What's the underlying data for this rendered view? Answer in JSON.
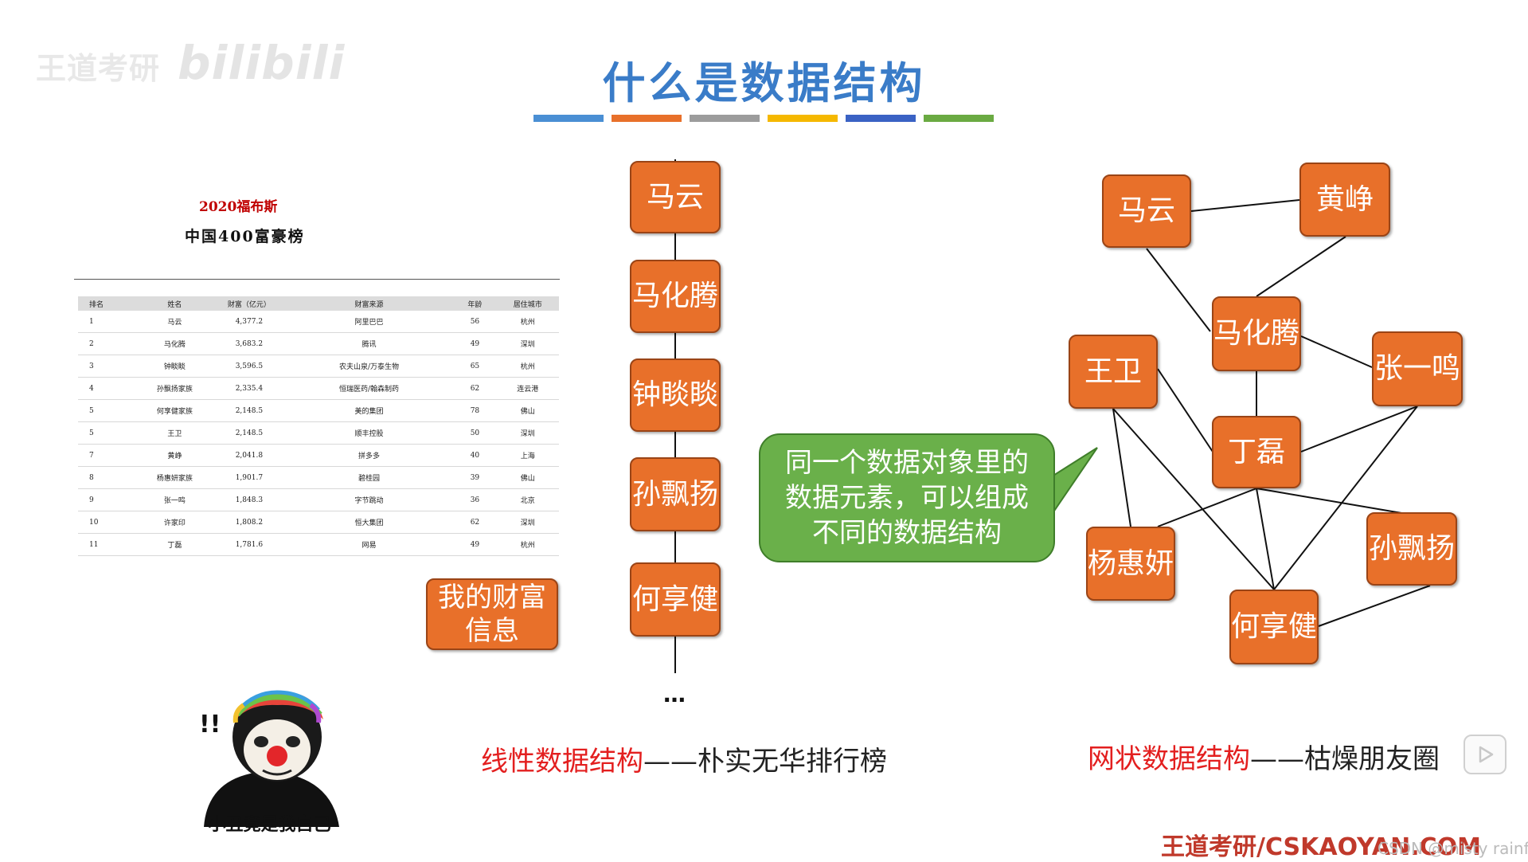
{
  "watermark": {
    "brand": "王道考研",
    "site": "bilibili"
  },
  "title": "什么是数据结构",
  "color_bar": [
    "#4a8fd4",
    "#e8702a",
    "#9c9c9c",
    "#f5b800",
    "#3a62c4",
    "#6aaa42"
  ],
  "ranking": {
    "supertitle": "2020福布斯",
    "title": "中国400富豪榜",
    "headers": [
      "排名",
      "姓名",
      "财富（亿元）",
      "财富来源",
      "年龄",
      "居住城市"
    ],
    "rows": [
      [
        "1",
        "马云",
        "4,377.2",
        "阿里巴巴",
        "56",
        "杭州"
      ],
      [
        "2",
        "马化腾",
        "3,683.2",
        "腾讯",
        "49",
        "深圳"
      ],
      [
        "3",
        "钟睒睒",
        "3,596.5",
        "农夫山泉/万泰生物",
        "65",
        "杭州"
      ],
      [
        "4",
        "孙飘扬家族",
        "2,335.4",
        "恒瑞医药/翰森制药",
        "62",
        "连云港"
      ],
      [
        "5",
        "何享健家族",
        "2,148.5",
        "美的集团",
        "78",
        "佛山"
      ],
      [
        "5",
        "王卫",
        "2,148.5",
        "顺丰控股",
        "50",
        "深圳"
      ],
      [
        "7",
        "黄峥",
        "2,041.8",
        "拼多多",
        "40",
        "上海"
      ],
      [
        "8",
        "杨惠妍家族",
        "1,901.7",
        "碧桂园",
        "39",
        "佛山"
      ],
      [
        "9",
        "张一鸣",
        "1,848.3",
        "字节跳动",
        "36",
        "北京"
      ],
      [
        "10",
        "许家印",
        "1,808.2",
        "恒大集团",
        "62",
        "深圳"
      ],
      [
        "11",
        "丁磊",
        "1,781.6",
        "网易",
        "49",
        "杭州"
      ]
    ]
  },
  "wealth_box": "我的财富信息",
  "linear_nodes": [
    "马云",
    "马化腾",
    "钟睒睒",
    "孙飘扬",
    "何享健"
  ],
  "linear_ellipsis": "…",
  "callout": "同一个数据对象里的数据元素，可以组成不同的数据结构",
  "network_nodes": {
    "mayun": "马云",
    "huangzheng": "黄峥",
    "mahuateng": "马化腾",
    "wangwei": "王卫",
    "zhangyiming": "张一鸣",
    "dinglei": "丁磊",
    "yanghuiyan": "杨惠妍",
    "sunpiaoyang": "孙飘扬",
    "hexiangjian": "何享健"
  },
  "caption_linear": {
    "red": "线性数据结构",
    "dark": "——朴实无华排行榜"
  },
  "caption_network": {
    "red": "网状数据结构",
    "dark": "——枯燥朋友圈"
  },
  "sticker_caption": "小丑竟是我自己",
  "footer": "王道考研/CSKAOYAN.COM",
  "csdn": "CSDN @misty rainfall",
  "node_color": "#e8702a",
  "callout_color": "#6ab04a",
  "title_color": "#3a7cc8"
}
